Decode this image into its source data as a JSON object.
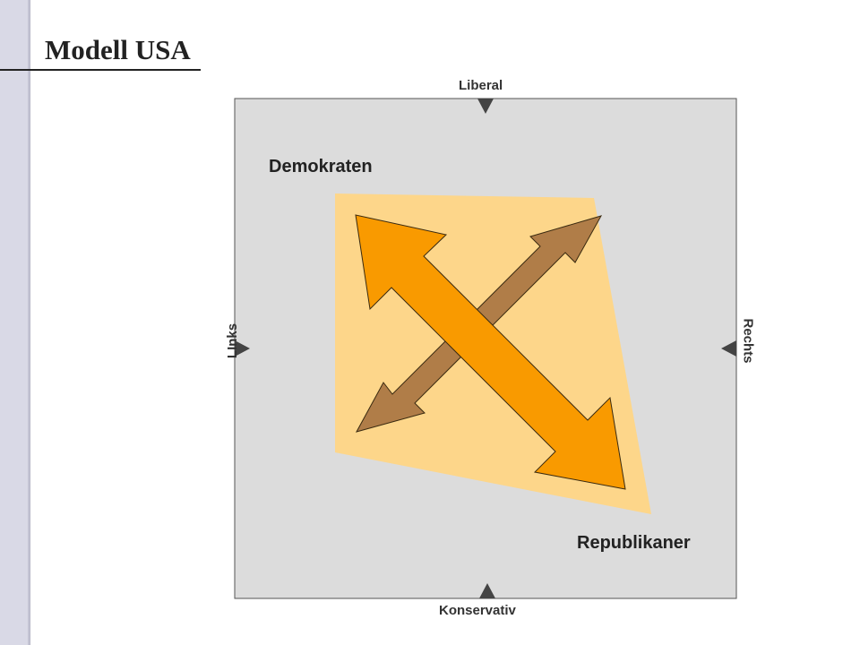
{
  "slide": {
    "title": "Modell USA"
  },
  "axes": {
    "top": "Liberal",
    "bottom": "Konservativ",
    "left": "LInks",
    "right": "Rechts"
  },
  "parties": {
    "upper": "Demokraten",
    "lower": "Republikaner"
  },
  "colors": {
    "field": "#dcdcdc",
    "zone": "#fdd68a",
    "arrow_brown": "#b07d48",
    "arrow_orange": "#f99a00",
    "marker": "#444444",
    "side_bar": "#d9d9e6"
  }
}
